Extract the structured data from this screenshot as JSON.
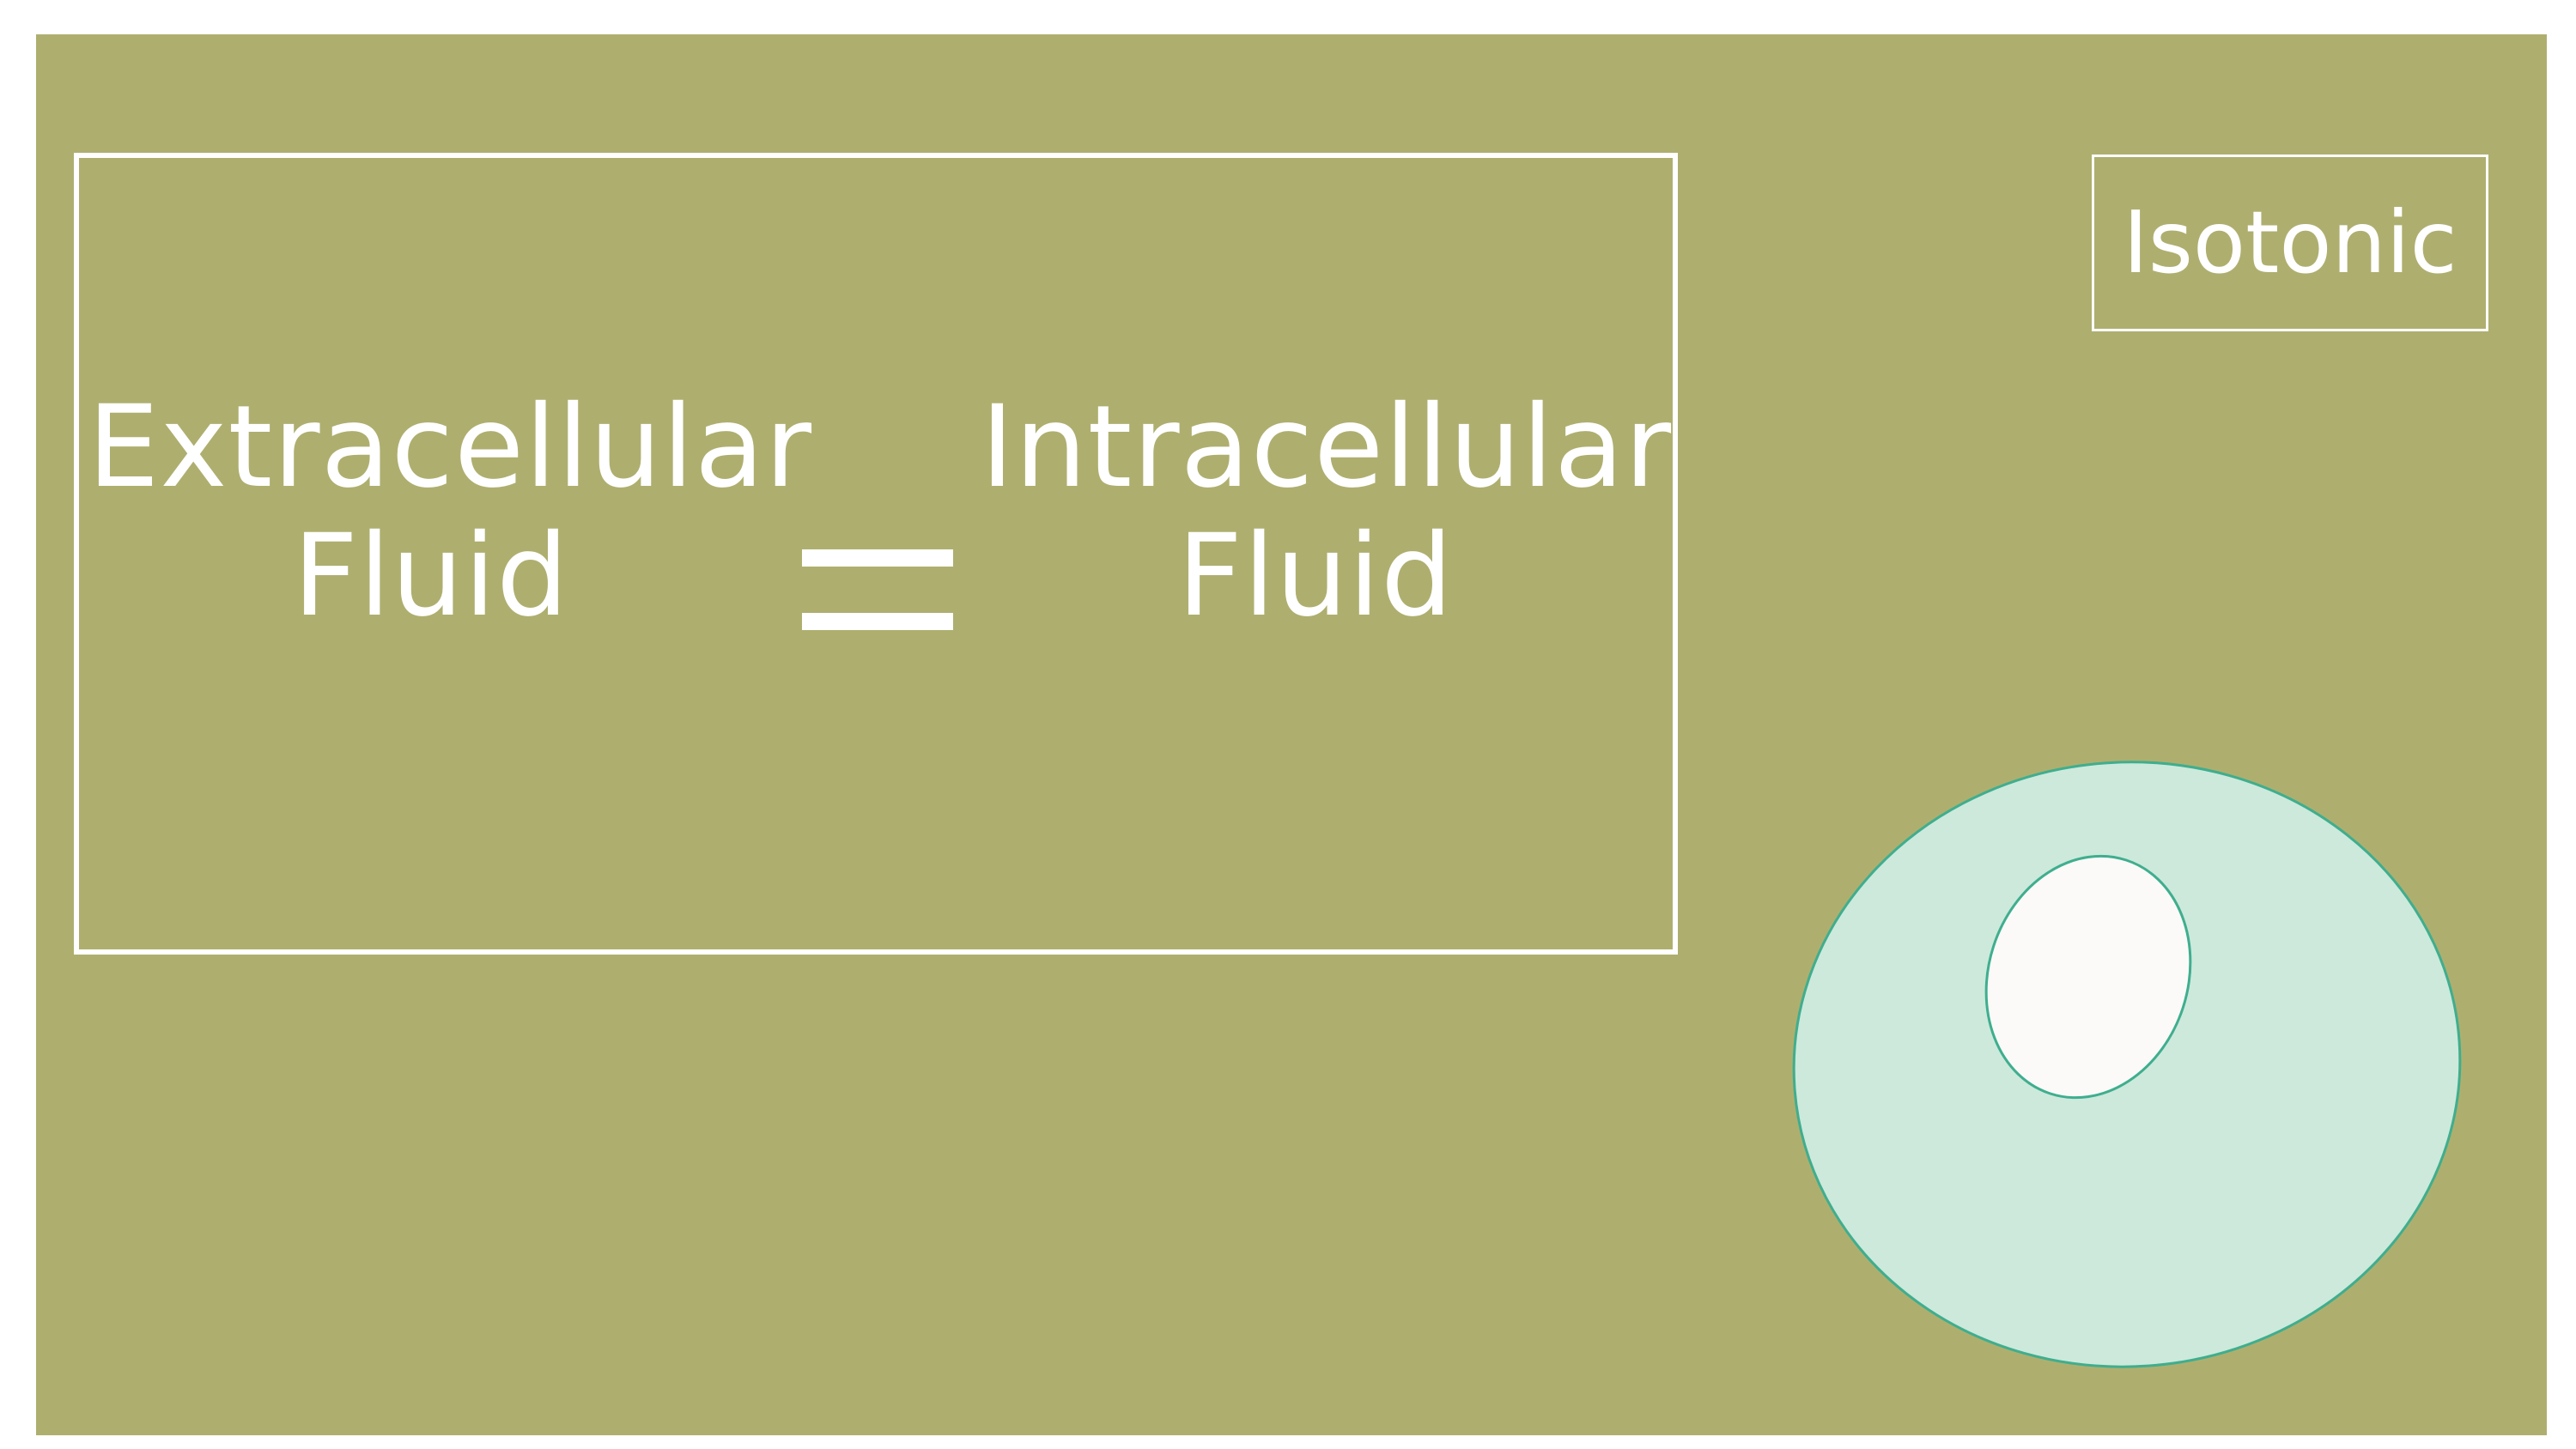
{
  "diagram": {
    "extracellular": {
      "line1": "Extracellular",
      "line2": "Fluid"
    },
    "intracellular": {
      "line1": "Intracellular",
      "line2": "Fluid"
    },
    "relation_symbol": "equals-sign",
    "badge_label": "Isotonic"
  },
  "colors": {
    "background": "#aeaf6f",
    "text": "#ffffff",
    "cell_fill": "#cde9dc",
    "cell_stroke": "#3fae8e",
    "nucleus_fill": "#fbfaf8"
  }
}
